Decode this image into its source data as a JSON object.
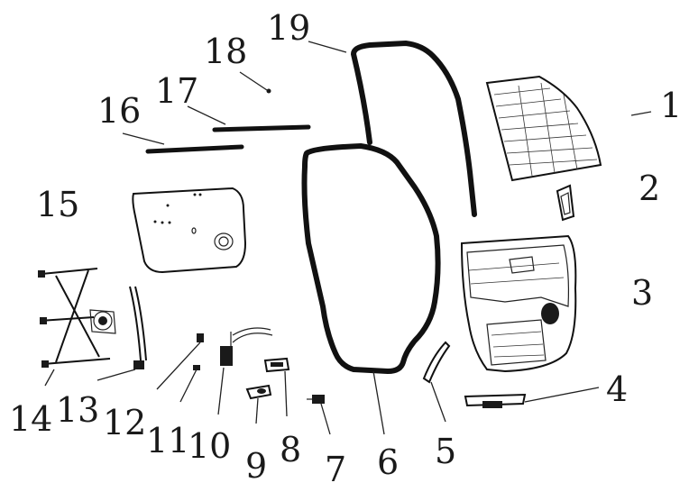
{
  "figure": {
    "part_numbers": {
      "p1": "1",
      "p2": "2",
      "p3": "3",
      "p4": "4",
      "p5": "5",
      "p6": "6",
      "p7": "7",
      "p8": "8",
      "p9": "9",
      "p10": "10",
      "p11": "11",
      "p12": "12",
      "p13": "13",
      "p14": "14",
      "p15": "15",
      "p16": "16",
      "p17": "17",
      "p18": "18",
      "p19": "19"
    }
  }
}
